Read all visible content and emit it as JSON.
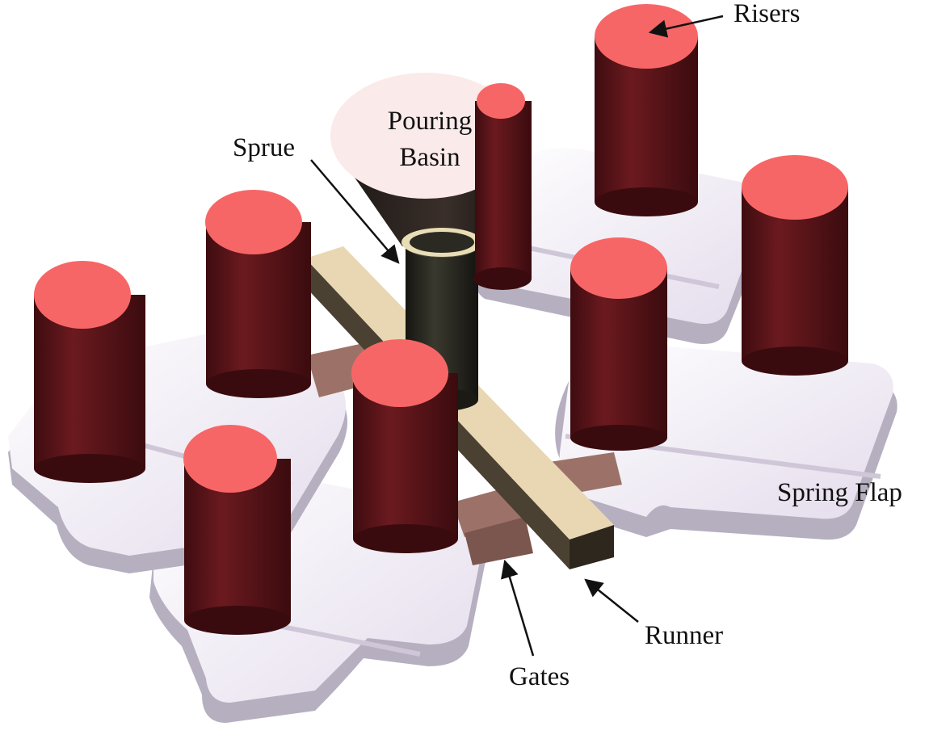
{
  "labels": {
    "risers": "Risers",
    "pouring_basin_line1": "Pouring",
    "pouring_basin_line2": "Basin",
    "sprue": "Sprue",
    "spring_flap": "Spring Flap",
    "runner": "Runner",
    "gates": "Gates"
  },
  "colors": {
    "riser_top": "#f76666",
    "riser_body": "#5a1418",
    "flap_top": "#efe7f3",
    "flap_side": "#b9b2c2",
    "runner_top": "#e8d7b2",
    "runner_side": "#4a4132",
    "gate": "#9c7268",
    "sprue": "#2b2a22",
    "basin_top": "#fbeaea",
    "basin_cone": "#1f1b18"
  }
}
